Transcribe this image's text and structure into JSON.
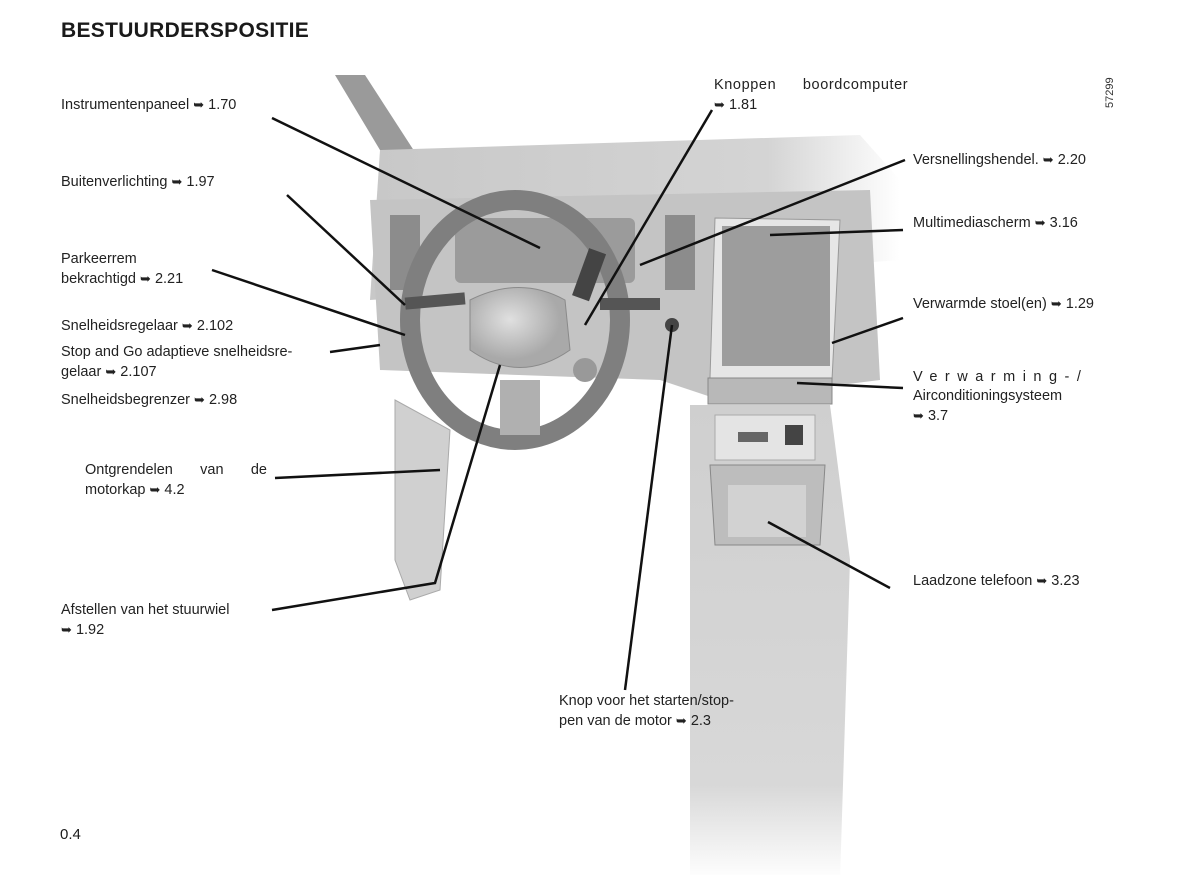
{
  "page": {
    "title": "BESTUURDERSPOSITIE",
    "page_number": "0.4",
    "image_code": "57299"
  },
  "arrow_glyph": "➥",
  "labels": {
    "instrumentenpaneel": {
      "text": "Instrumentenpaneel",
      "ref": "1.70"
    },
    "buitenverlichting": {
      "text": "Buitenverlichting",
      "ref": "1.97"
    },
    "parkeerrem_line1": "Parkeerrem",
    "parkeerrem": {
      "text": "bekrachtigd",
      "ref": "2.21"
    },
    "snelheidsregelaar": {
      "text": "Snelheidsregelaar",
      "ref": "2.102"
    },
    "stopgo_line1": "Stop and Go adaptieve snelheidsre-",
    "stopgo": {
      "text": "gelaar",
      "ref": "2.107"
    },
    "snelheidsbegrenzer": {
      "text": "Snelheidsbegrenzer",
      "ref": "2.98"
    },
    "motorkap_line1": "Ontgrendelen van de",
    "motorkap": {
      "text": "motorkap",
      "ref": "4.2"
    },
    "stuurwiel_line1": "Afstellen van het stuurwiel",
    "stuurwiel": {
      "text": "",
      "ref": "1.92"
    },
    "boordcomputer_line1": "Knoppen boordcomputer",
    "boordcomputer": {
      "text": "",
      "ref": "1.81"
    },
    "versnellingshendel": {
      "text": "Versnellingshendel.",
      "ref": "2.20"
    },
    "multimediascherm": {
      "text": "Multimediascherm",
      "ref": "3.16"
    },
    "verwarmde_stoel": {
      "text": "Verwarmde stoel(en)",
      "ref": "1.29"
    },
    "verwarming_line1": "Verwarming-/",
    "verwarming_line2": "Airconditioningsysteem",
    "verwarming": {
      "text": "",
      "ref": "3.7"
    },
    "laadzone": {
      "text": "Laadzone telefoon",
      "ref": "3.23"
    },
    "startknop_line1": "Knop voor het starten/stop-",
    "startknop": {
      "text": "pen van de motor",
      "ref": "2.3"
    }
  }
}
